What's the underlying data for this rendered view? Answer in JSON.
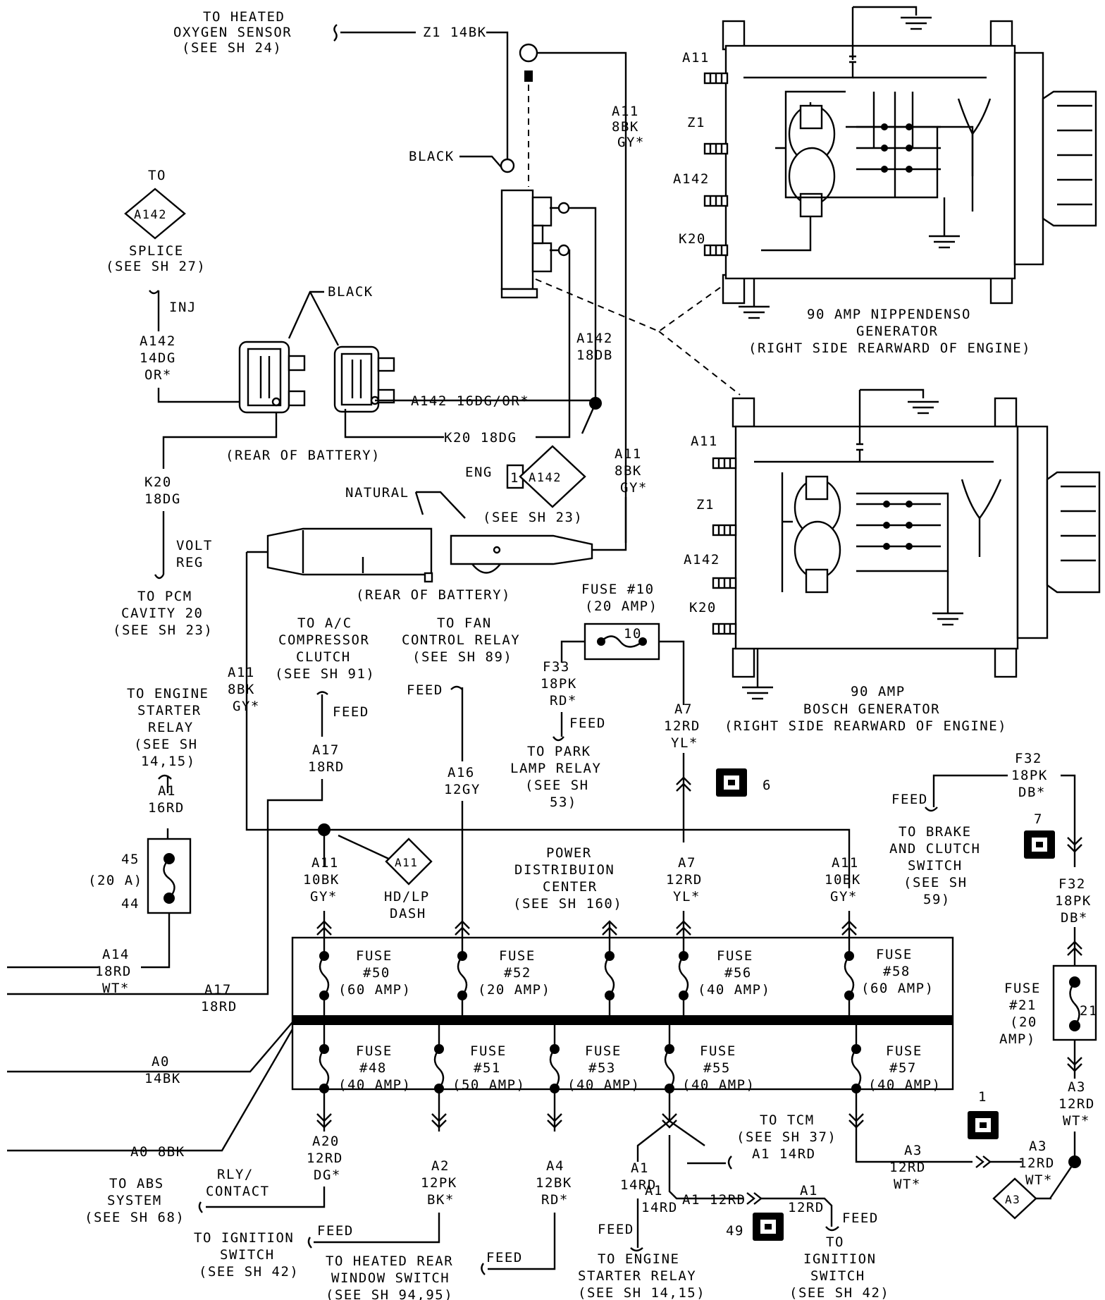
{
  "heated_o2": {
    "l1": "TO HEATED",
    "l2": "OXYGEN SENSOR",
    "l3": "(SEE SH 24)",
    "wire": "Z1 14BK"
  },
  "ring_black": "BLACK",
  "a11_top": {
    "l1": "A11",
    "l2": "8BK",
    "l3": "GY*"
  },
  "splice_to": {
    "to": "TO",
    "id": "A142",
    "l1": "SPLICE",
    "l2": "(SEE SH 27)",
    "inj": "INJ"
  },
  "a142_14dg": {
    "l1": "A142",
    "l2": "14DG",
    "l3": "OR*"
  },
  "conn_black": "BLACK",
  "a142_18db": {
    "l1": "A142",
    "l2": "18DB"
  },
  "a142_16": "A142 16DG/OR*",
  "k20_18dg_h": "K20 18DG",
  "rear_batt_1": "(REAR OF BATTERY)",
  "k20_left": {
    "l1": "K20",
    "l2": "18DG"
  },
  "eng": {
    "label": "ENG",
    "pin": "1",
    "id": "A142",
    "see": "(SEE SH 23)"
  },
  "a11_mid": {
    "l1": "A11",
    "l2": "8BK",
    "l3": "GY*"
  },
  "natural": "NATURAL",
  "volt_reg": {
    "l1": "VOLT",
    "l2": "REG"
  },
  "to_pcm": {
    "l1": "TO PCM",
    "l2": "CAVITY 20",
    "l3": "(SEE SH 23)"
  },
  "rear_batt_2": "(REAR OF BATTERY)",
  "gen1": {
    "a11": "A11",
    "z1": "Z1",
    "a142": "A142",
    "k20": "K20",
    "l1": "90 AMP NIPPENDENSO",
    "l2": "GENERATOR",
    "l3": "(RIGHT SIDE REARWARD OF ENGINE)"
  },
  "gen2": {
    "a11": "A11",
    "z1": "Z1",
    "a142": "A142",
    "k20": "K20",
    "l1": "90 AMP",
    "l2": "BOSCH GENERATOR",
    "l3": "(RIGHT SIDE REARWARD OF ENGINE)"
  },
  "fuse10": {
    "l1": "FUSE #10",
    "l2": "(20 AMP)",
    "num": "10"
  },
  "ac": {
    "l1": "TO A/C",
    "l2": "COMPRESSOR",
    "l3": "CLUTCH",
    "l4": "(SEE SH 91)",
    "feed": "FEED",
    "w1": "A17",
    "w2": "18RD"
  },
  "fan": {
    "l1": "TO FAN",
    "l2": "CONTROL RELAY",
    "l3": "(SEE SH 89)",
    "feed": "FEED",
    "w1": "A16",
    "w2": "12GY"
  },
  "f33": {
    "l1": "F33",
    "l2": "18PK",
    "l3": "RD*",
    "feed": "FEED",
    "t1": "TO PARK",
    "t2": "LAMP RELAY",
    "t3": "(SEE SH",
    "t4": "53)"
  },
  "a7_top": {
    "l1": "A7",
    "l2": "12RD",
    "l3": "YL*"
  },
  "conn6": "6",
  "starter_top": {
    "l1": "TO ENGINE",
    "l2": "STARTER",
    "l3": "RELAY",
    "l4": "(SEE SH",
    "l5": "14,15)"
  },
  "a1_16rd": {
    "l1": "A1",
    "l2": "16RD"
  },
  "a11_8bk_left": {
    "l1": "A11",
    "l2": "8BK",
    "l3": "GY*"
  },
  "fuse_l": {
    "t": "45",
    "b": "44",
    "mid": "(20 A)"
  },
  "a11_10bk_l": {
    "l1": "A11",
    "l2": "10BK",
    "l3": "GY*"
  },
  "hdlp": {
    "id": "A11",
    "l1": "HD/LP",
    "l2": "DASH"
  },
  "pdc": {
    "l1": "POWER",
    "l2": "DISTRIBUION",
    "l3": "CENTER",
    "l4": "(SEE SH 160)"
  },
  "a7_mid": {
    "l1": "A7",
    "l2": "12RD",
    "l3": "YL*"
  },
  "a11_10bk_r": {
    "l1": "A11",
    "l2": "10BK",
    "l3": "GY*"
  },
  "f32_top": {
    "l1": "F32",
    "l2": "18PK",
    "l3": "DB*"
  },
  "brake": {
    "feed": "FEED",
    "l1": "TO BRAKE",
    "l2": "AND CLUTCH",
    "l3": "SWITCH",
    "l4": "(SEE SH",
    "l5": "59)"
  },
  "conn7": "7",
  "f32_mid": {
    "l1": "F32",
    "l2": "18PK",
    "l3": "DB*"
  },
  "fuse21": {
    "l1": "FUSE",
    "l2": "#21",
    "l3": "(20",
    "l4": "AMP)",
    "num": "21"
  },
  "a14": {
    "l1": "A14",
    "l2": "18RD",
    "l3": "WT*"
  },
  "a17_18rd": {
    "l1": "A17",
    "l2": "18RD"
  },
  "a0_14bk": {
    "l1": "A0",
    "l2": "14BK"
  },
  "a0_8bk": "A0 8BK",
  "top_fuses": [
    {
      "l1": "FUSE",
      "l2": "#50",
      "l3": "(60 AMP)"
    },
    {
      "l1": "FUSE",
      "l2": "#52",
      "l3": "(20 AMP)"
    },
    {
      "l1": "FUSE",
      "l2": "#56",
      "l3": "(40 AMP)"
    },
    {
      "l1": "FUSE",
      "l2": "#58",
      "l3": "(60 AMP)"
    }
  ],
  "bot_fuses": [
    {
      "l1": "FUSE",
      "l2": "#48",
      "l3": "(40 AMP)"
    },
    {
      "l1": "FUSE",
      "l2": "#51",
      "l3": "(50 AMP)"
    },
    {
      "l1": "FUSE",
      "l2": "#53",
      "l3": "(40 AMP)"
    },
    {
      "l1": "FUSE",
      "l2": "#55",
      "l3": "(40 AMP)"
    },
    {
      "l1": "FUSE",
      "l2": "#57",
      "l3": "(40 AMP)"
    }
  ],
  "conn1": "1",
  "a3_r": {
    "l1": "A3",
    "l2": "12RD",
    "l3": "WT*"
  },
  "a20": {
    "l1": "A20",
    "l2": "12RD",
    "l3": "DG*"
  },
  "rly": {
    "l1": "RLY/",
    "l2": "CONTACT"
  },
  "abs": {
    "l1": "TO ABS",
    "l2": "SYSTEM",
    "l3": "(SEE SH 68)"
  },
  "a2": {
    "l1": "A2",
    "l2": "12PK",
    "l3": "BK*"
  },
  "ign1": {
    "l1": "TO IGNITION",
    "l2": "SWITCH",
    "l3": "(SEE SH 42)",
    "feed": "FEED"
  },
  "a4": {
    "l1": "A4",
    "l2": "12BK",
    "l3": "RD*"
  },
  "heated_rear": {
    "l1": "TO HEATED REAR",
    "l2": "WINDOW SWITCH",
    "l3": "(SEE SH 94,95)",
    "feed": "FEED"
  },
  "a1_14rd_a": {
    "l1": "A1",
    "l2": "14RD"
  },
  "a1_14rd_b": {
    "l1": "A1",
    "l2": "14RD"
  },
  "tcm": {
    "l1": "TO TCM",
    "l2": "(SEE SH 37)",
    "l3": "A1 14RD"
  },
  "a1_12rd_h": "A1  12RD",
  "a1_12rd": {
    "l1": "A1",
    "l2": "12RD",
    "feed": "FEED"
  },
  "a3_mid": {
    "l1": "A3",
    "l2": "12RD",
    "l3": "WT*"
  },
  "a3_right": {
    "l1": "A3",
    "l2": "12RD",
    "l3": "WT*"
  },
  "a3_diamond": "A3",
  "conn49": "49",
  "starter_bot": {
    "feed": "FEED",
    "l1": "TO ENGINE",
    "l2": "STARTER RELAY",
    "l3": "(SEE SH 14,15)"
  },
  "ign2": {
    "l1": "TO",
    "l2": "IGNITION",
    "l3": "SWITCH",
    "l4": "(SEE SH 42)"
  }
}
